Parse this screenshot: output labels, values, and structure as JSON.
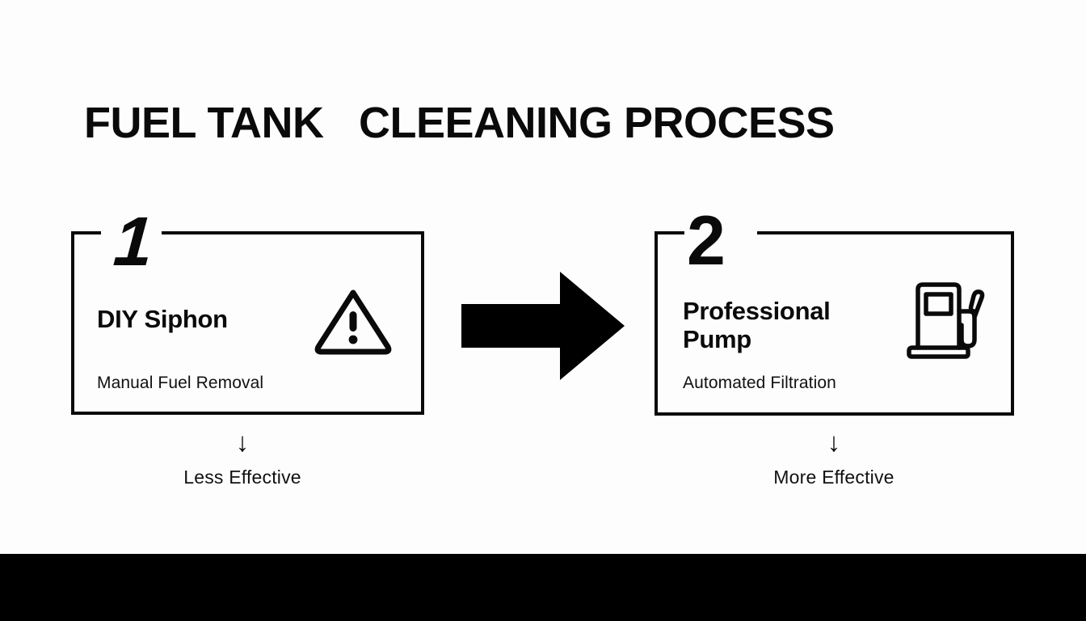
{
  "page": {
    "title": "FUEL TANK   CLEEANING PROCESS",
    "background_color": "#fdfdfd",
    "ink_color": "#0a0a0a",
    "bottom_bar_color": "#000000"
  },
  "steps": [
    {
      "number": "1",
      "heading": "DIY Siphon",
      "subtitle": "Manual Fuel Removal",
      "icon": "warning-triangle-icon",
      "outcome_arrow": "↓",
      "outcome": "Less Effective"
    },
    {
      "number": "2",
      "heading": "Professional Pump",
      "subtitle": "Automated Filtration",
      "icon": "fuel-pump-icon",
      "outcome_arrow": "↓",
      "outcome": "More Effective"
    }
  ],
  "flow": {
    "arrow": "right-arrow-icon"
  }
}
